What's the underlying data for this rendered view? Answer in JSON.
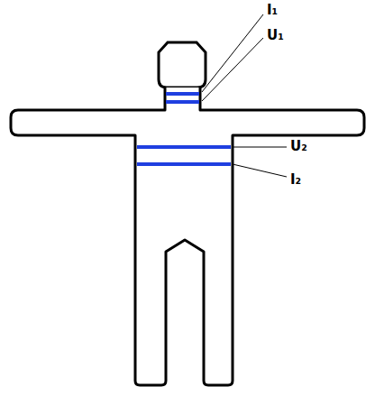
{
  "diagram": {
    "labels": [
      "I₁",
      "U₁",
      "U₂",
      "I₂"
    ]
  }
}
